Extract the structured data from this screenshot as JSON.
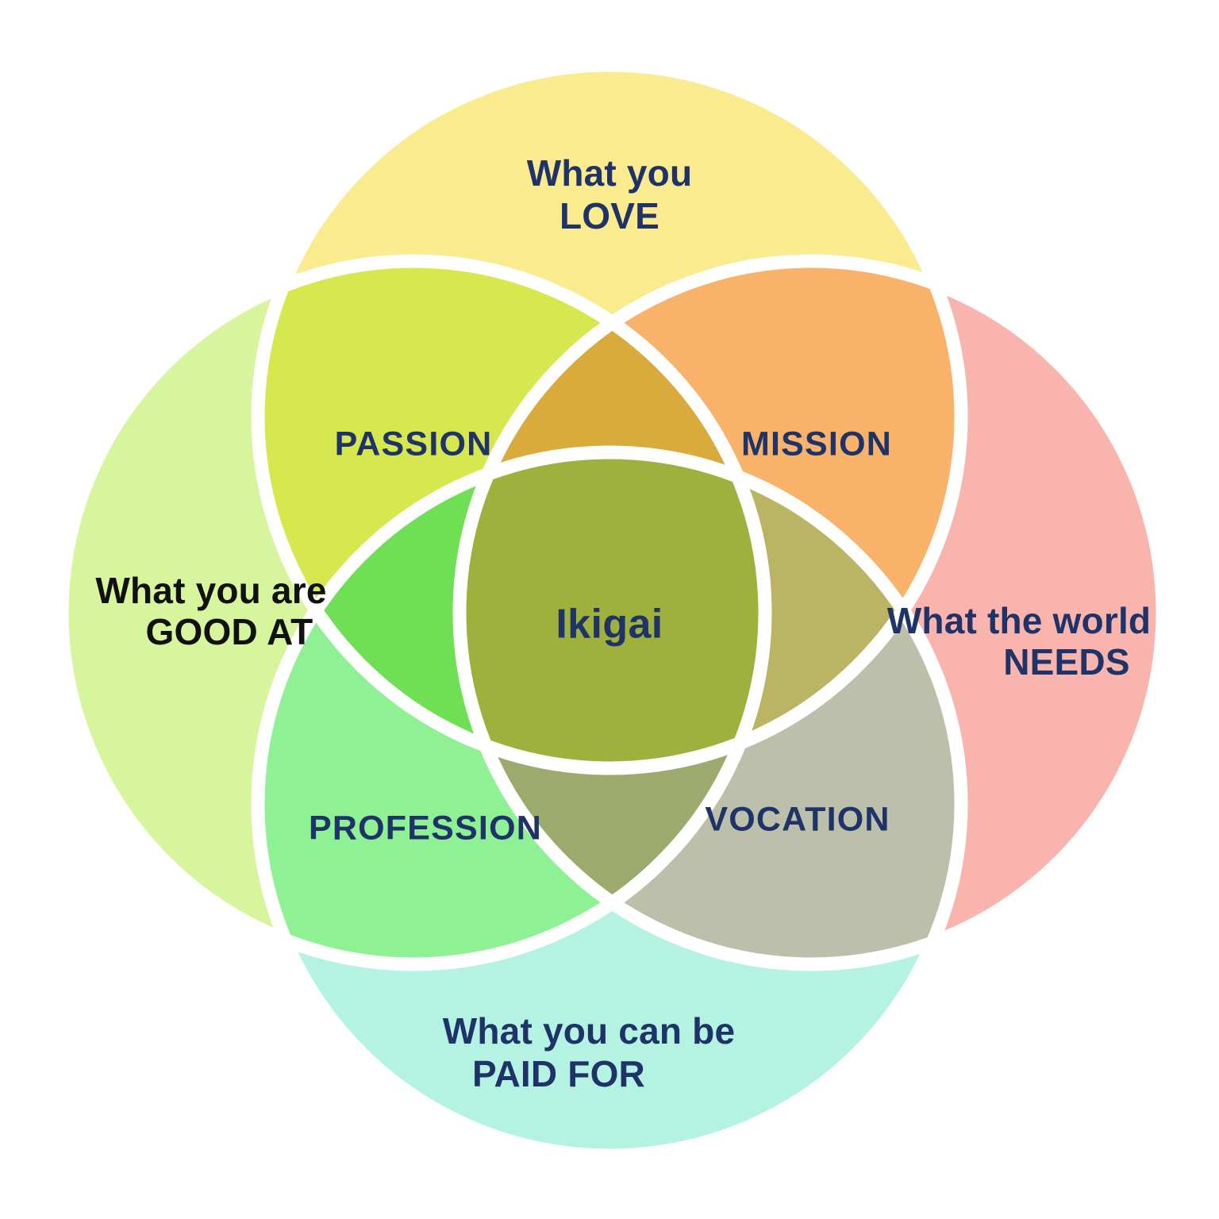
{
  "diagram": {
    "title": "Ikigai",
    "type": "venn-4-circle",
    "background_color": "#ffffff",
    "separator_color": "#ffffff",
    "text_colors": {
      "navy": "#1f3368",
      "black": "#111111"
    }
  },
  "circles": [
    {
      "id": "love",
      "label_line1": "What you",
      "label_line2": "LOVE",
      "position": "top",
      "color": "#fbeb8f",
      "text_color": "#1f3368"
    },
    {
      "id": "good-at",
      "label_line1": "What you are",
      "label_line2": "GOOD AT",
      "position": "left",
      "color": "#d7f59d",
      "text_color": "#111111"
    },
    {
      "id": "needs",
      "label_line1": "What the world",
      "label_line2": "NEEDS",
      "position": "right",
      "color": "#f9b4ae",
      "text_color": "#1f3368"
    },
    {
      "id": "paid-for",
      "label_line1": "What you can be",
      "label_line2": "PAID FOR",
      "position": "bottom",
      "color": "#b4f3e2",
      "text_color": "#1f3368"
    }
  ],
  "intersections": [
    {
      "id": "passion",
      "label": "PASSION",
      "between": "LOVE + GOOD AT",
      "color": "#d7e84f",
      "text_color": "#1f3368"
    },
    {
      "id": "mission",
      "label": "MISSION",
      "between": "LOVE + NEEDS",
      "color": "#f9b269",
      "text_color": "#1f3368"
    },
    {
      "id": "profession",
      "label": "PROFESSION",
      "between": "GOOD AT + PAID FOR",
      "color": "#8ef294",
      "text_color": "#1f3368"
    },
    {
      "id": "vocation",
      "label": "VOCATION",
      "between": "NEEDS + PAID FOR",
      "color": "#bcbfa9",
      "text_color": "#1f3368"
    }
  ],
  "triple_overlaps": [
    {
      "id": "love-goodat-needs",
      "color": "#d9ab3c"
    },
    {
      "id": "love-goodat-paid",
      "color": "#6fe055"
    },
    {
      "id": "love-needs-paid",
      "color": "#bab463"
    },
    {
      "id": "goodat-needs-paid",
      "color": "#9caa6e"
    }
  ],
  "center": {
    "id": "ikigai",
    "label": "Ikigai",
    "color": "#9eb13c",
    "text_color": "#1f3368"
  }
}
